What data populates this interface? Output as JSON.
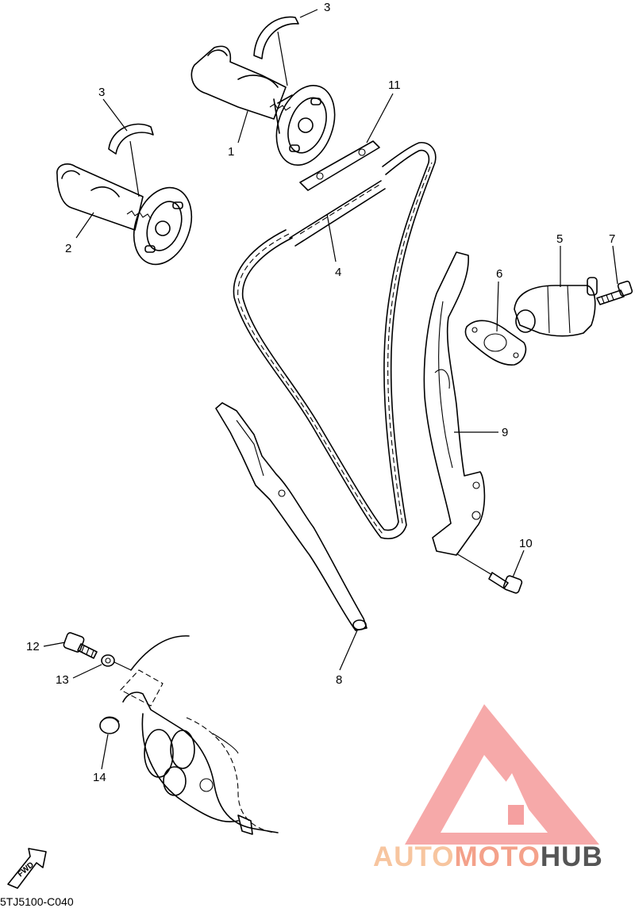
{
  "diagram_code": "5TJ5100-C040",
  "fwd_label": "FWD",
  "callouts": {
    "p1": "1",
    "p2": "2",
    "p3a": "3",
    "p3b": "3",
    "p4": "4",
    "p5": "5",
    "p6": "6",
    "p7": "7",
    "p8": "8",
    "p9": "9",
    "p10": "10",
    "p11": "11",
    "p12": "12",
    "p13": "13",
    "p14": "14"
  },
  "watermark": {
    "part1": "AUTO",
    "part2": "MOTO",
    "part3": "HUB",
    "colors": {
      "auto": "#f7c59f",
      "moto": "#f4a18a",
      "hub": "#555555",
      "logo": "#f5a0a0"
    }
  }
}
